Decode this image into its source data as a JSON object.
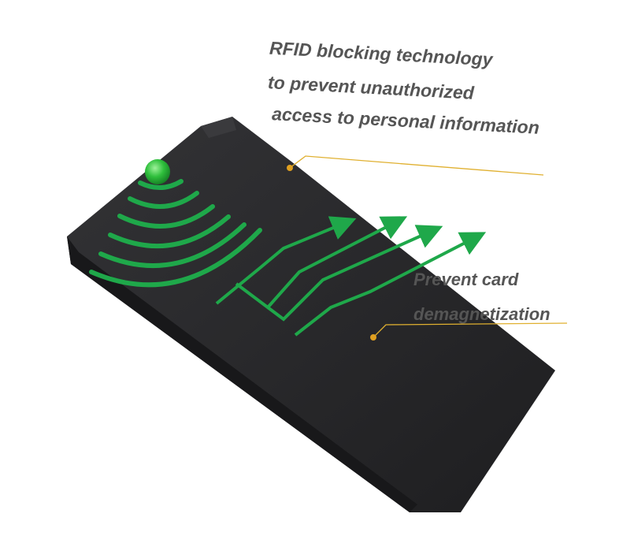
{
  "callouts": {
    "rfid": {
      "line1": "RFID blocking technology",
      "line2": "to prevent unauthorized",
      "line3": "access to personal information"
    },
    "demag": {
      "line1": "Prevent card",
      "line2": "demagnetization"
    }
  },
  "colors": {
    "card": "#2b2b2d",
    "waves": "#1fa84a",
    "leader": "#e0b030",
    "text": "#555555"
  }
}
